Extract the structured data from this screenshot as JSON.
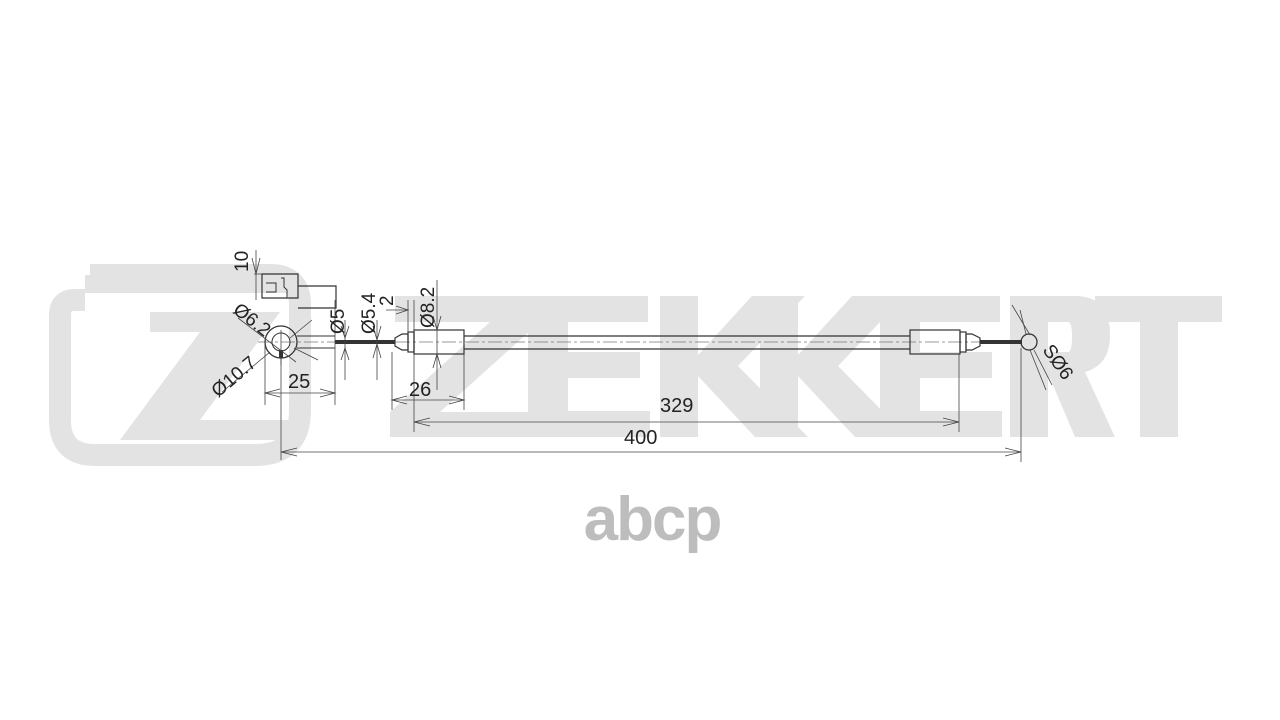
{
  "watermark": {
    "brand": "ZEKKERT",
    "letters": [
      "Z",
      "E",
      "K",
      "K",
      "E",
      "R",
      "T"
    ],
    "color": "#e3e3e3"
  },
  "footer_logo": {
    "text": "abcp",
    "color": "#bdbdbd"
  },
  "drawing": {
    "subject": "cable",
    "dimensions": {
      "top_offset": "10",
      "eye_inner_diameter": "Ø6.2",
      "eye_outer_diameter": "Ø10.7",
      "wire_diameter": "Ø5",
      "ferrule_diameter": "Ø5.4",
      "ferrule_length": "2",
      "sleeve_diameter": "Ø8.2",
      "eye_to_wire_length": "25",
      "sleeve_length": "26",
      "conduit_length": "329",
      "overall_length": "400",
      "ball_end": "SØ6"
    }
  }
}
